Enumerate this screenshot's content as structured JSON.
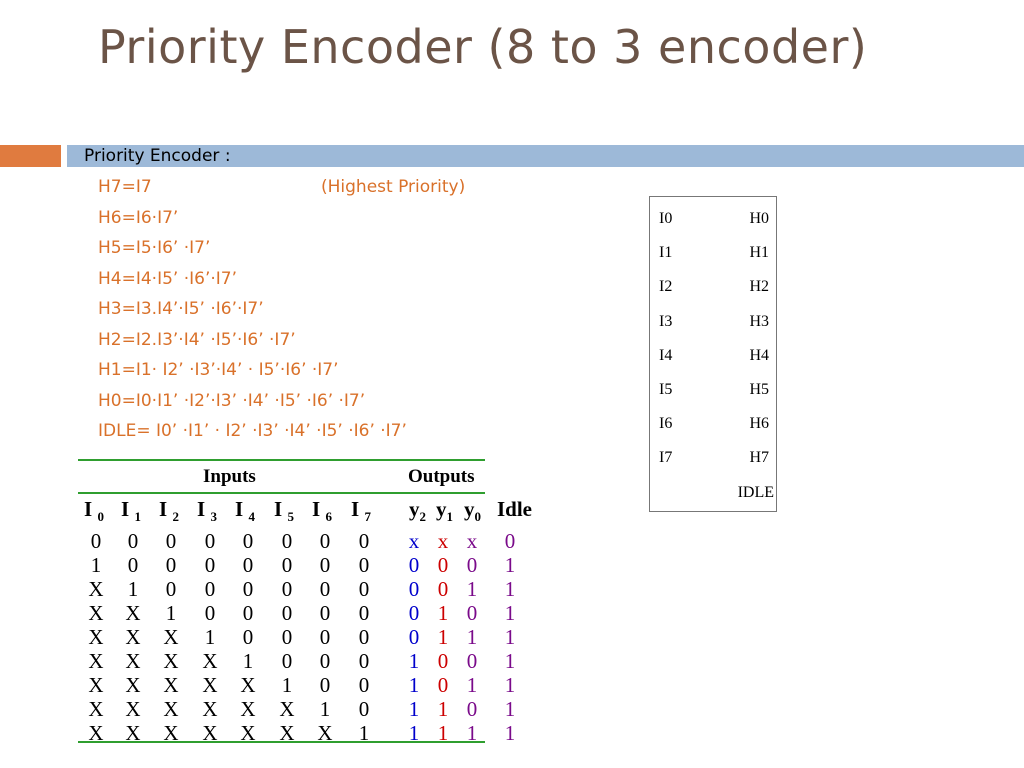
{
  "slide": {
    "title": "Priority Encoder (8 to 3 encoder)",
    "section_label": "Priority Encoder :",
    "equations": [
      {
        "text": "H7=I7",
        "note": "(Highest Priority)"
      },
      {
        "text": "H6=I6·I7’",
        "note": ""
      },
      {
        "text": "H5=I5·I6’ ·I7’",
        "note": ""
      },
      {
        "text": "H4=I4·I5’ ·I6’·I7’",
        "note": ""
      },
      {
        "text": "H3=I3.I4’·I5’ ·I6’·I7’",
        "note": ""
      },
      {
        "text": "H2=I2.I3’·I4’ ·I5’·I6’ ·I7’",
        "note": ""
      },
      {
        "text": "H1=I1· I2’ ·I3’·I4’ · I5’·I6’ ·I7’",
        "note": ""
      },
      {
        "text": "H0=I0·I1’ ·I2’·I3’ ·I4’ ·I5’ ·I6’ ·I7’",
        "note": ""
      },
      {
        "text": "IDLE= I0’ ·I1’ · I2’ ·I3’ ·I4’ ·I5’ ·I6’ ·I7’",
        "note": ""
      }
    ],
    "colors": {
      "title": "#6b5447",
      "equations": "#d9712a",
      "bar_orange": "#e07b3f",
      "bar_blue": "#9db9d8"
    }
  },
  "encoder_block": {
    "inputs": [
      "I0",
      "I1",
      "I2",
      "I3",
      "I4",
      "I5",
      "I6",
      "I7"
    ],
    "outputs": [
      "H0",
      "H1",
      "H2",
      "H3",
      "H4",
      "H5",
      "H6",
      "H7"
    ],
    "idle_label": "IDLE"
  },
  "truth_table": {
    "inputs_header": "Inputs",
    "outputs_header": "Outputs",
    "input_columns": [
      {
        "name": "I",
        "sub": "0"
      },
      {
        "name": "I",
        "sub": "1"
      },
      {
        "name": "I",
        "sub": "2"
      },
      {
        "name": "I",
        "sub": "3"
      },
      {
        "name": "I",
        "sub": "4"
      },
      {
        "name": "I",
        "sub": "5"
      },
      {
        "name": "I",
        "sub": "6"
      },
      {
        "name": "I",
        "sub": "7"
      }
    ],
    "output_columns": [
      {
        "name": "y",
        "sub": "2"
      },
      {
        "name": "y",
        "sub": "1"
      },
      {
        "name": "y",
        "sub": "0"
      }
    ],
    "idle_header": "Idle",
    "rows": [
      {
        "inputs": [
          "0",
          "0",
          "0",
          "0",
          "0",
          "0",
          "0",
          "0"
        ],
        "outputs": [
          "x",
          "x",
          "x"
        ],
        "idle": "0"
      },
      {
        "inputs": [
          "1",
          "0",
          "0",
          "0",
          "0",
          "0",
          "0",
          "0"
        ],
        "outputs": [
          "0",
          "0",
          "0"
        ],
        "idle": "1"
      },
      {
        "inputs": [
          "X",
          "1",
          "0",
          "0",
          "0",
          "0",
          "0",
          "0"
        ],
        "outputs": [
          "0",
          "0",
          "1"
        ],
        "idle": "1"
      },
      {
        "inputs": [
          "X",
          "X",
          "1",
          "0",
          "0",
          "0",
          "0",
          "0"
        ],
        "outputs": [
          "0",
          "1",
          "0"
        ],
        "idle": "1"
      },
      {
        "inputs": [
          "X",
          "X",
          "X",
          "1",
          "0",
          "0",
          "0",
          "0"
        ],
        "outputs": [
          "0",
          "1",
          "1"
        ],
        "idle": "1"
      },
      {
        "inputs": [
          "X",
          "X",
          "X",
          "X",
          "1",
          "0",
          "0",
          "0"
        ],
        "outputs": [
          "1",
          "0",
          "0"
        ],
        "idle": "1"
      },
      {
        "inputs": [
          "X",
          "X",
          "X",
          "X",
          "X",
          "1",
          "0",
          "0"
        ],
        "outputs": [
          "1",
          "0",
          "1"
        ],
        "idle": "1"
      },
      {
        "inputs": [
          "X",
          "X",
          "X",
          "X",
          "X",
          "X",
          "1",
          "0"
        ],
        "outputs": [
          "1",
          "1",
          "0"
        ],
        "idle": "1"
      },
      {
        "inputs": [
          "X",
          "X",
          "X",
          "X",
          "X",
          "X",
          "X",
          "1"
        ],
        "outputs": [
          "1",
          "1",
          "1"
        ],
        "idle": "1"
      }
    ]
  }
}
